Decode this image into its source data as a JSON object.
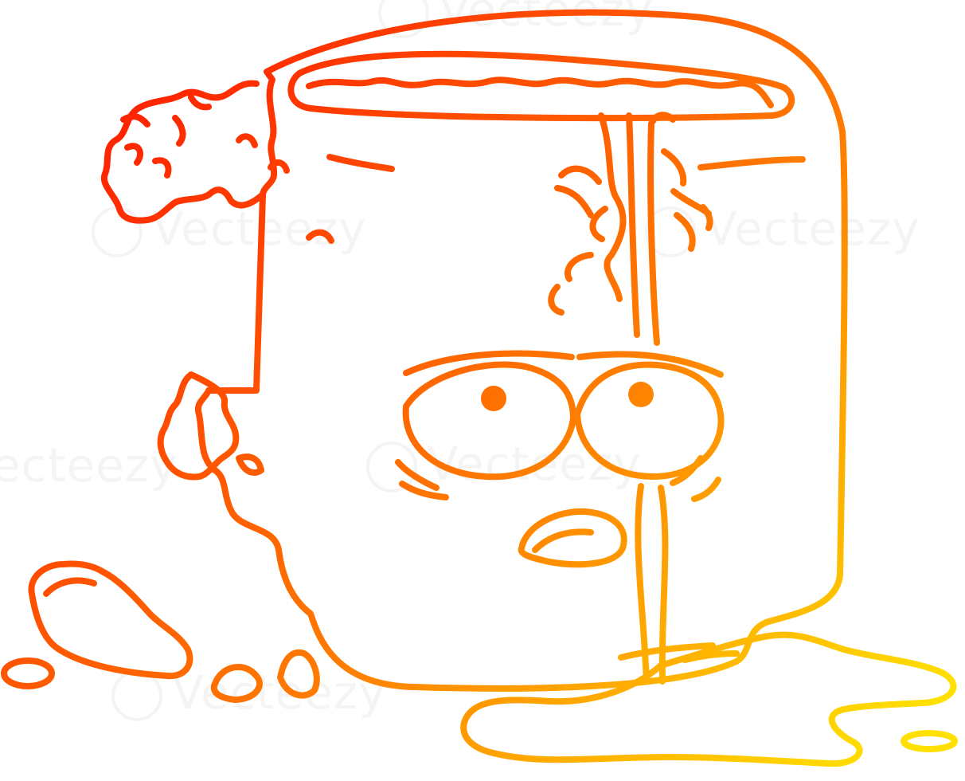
{
  "illustration": {
    "subject": "cracked cartoon mug with a worried face, spilled liquid and broken handle",
    "gradient": {
      "start": "#ff1a00",
      "mid": "#ff7a00",
      "end": "#ffe000"
    }
  },
  "watermark": {
    "text": "Vecteezy",
    "prefix_text": "Vecteezy",
    "fragment_left": "ecteezy",
    "fragment_right": "Vecteezy",
    "fragment_top": "Vecteezy",
    "fragment_bottom": "Vecteezy"
  }
}
